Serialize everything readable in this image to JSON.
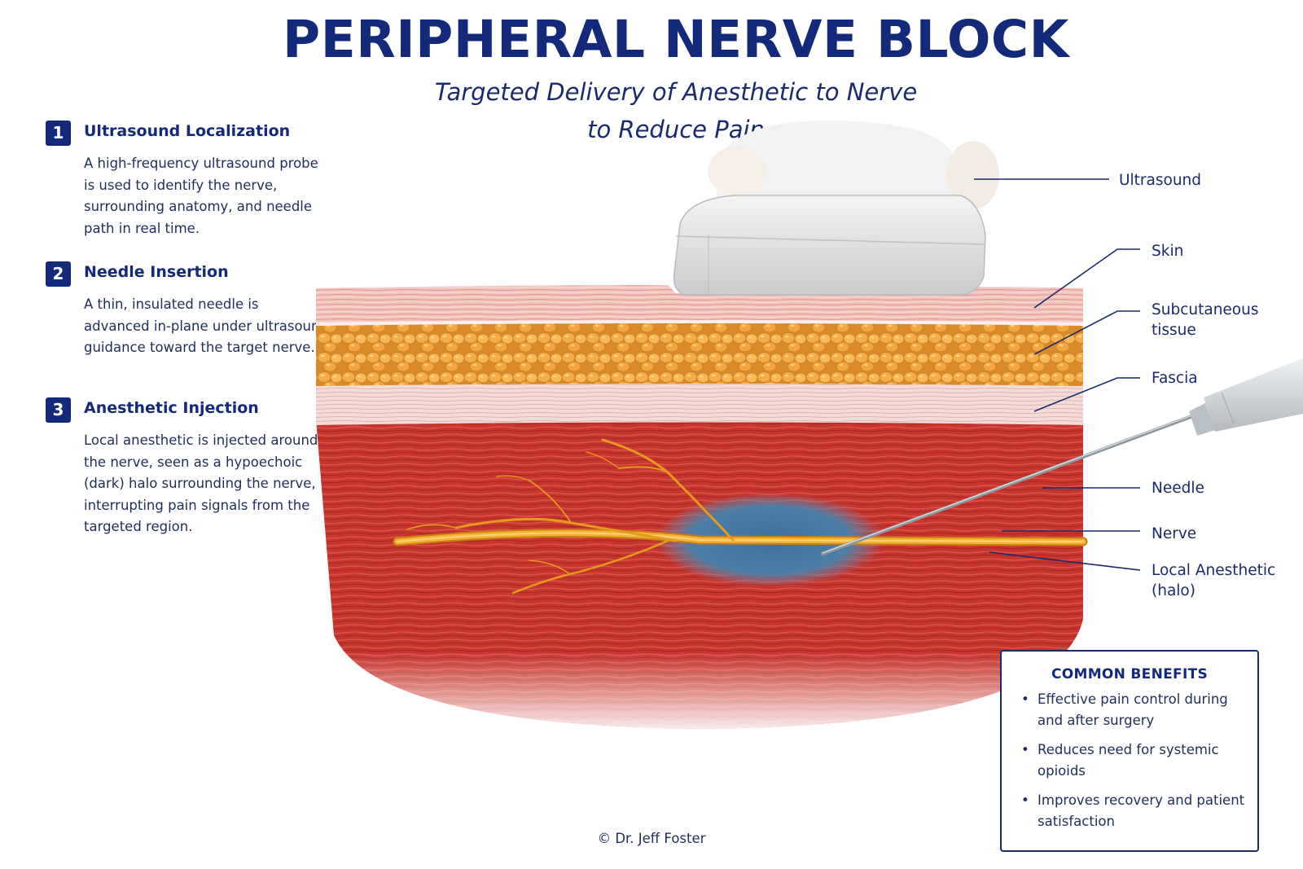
{
  "title": "PERIPHERAL NERVE BLOCK",
  "subtitle_line1": "Targeted Delivery of Anesthetic to Nerve",
  "subtitle_line2": "to Reduce Pain",
  "steps": [
    {
      "number": "1",
      "title": "Ultrasound Localization",
      "text": "A high-frequency ultrasound probe is used to identify the nerve, surrounding anatomy, and needle path in real time."
    },
    {
      "number": "2",
      "title": "Needle Insertion",
      "text": "A thin, insulated needle is advanced in-plane under ultrasound guidance toward the target nerve."
    },
    {
      "number": "3",
      "title": "Anesthetic Injection",
      "text": "Local anesthetic is injected around the nerve, seen as a hypoechoic (dark) halo surrounding the nerve, interrupting pain signals from the targeted region."
    }
  ],
  "labels": {
    "ultrasound": "Ultrasound",
    "skin": "Skin",
    "subcutaneous_1": "Subcutaneous",
    "subcutaneous_2": "tissue",
    "fascia": "Fascia",
    "needle": "Needle",
    "nerve": "Nerve",
    "anesthetic_1": "Local Anesthetic",
    "anesthetic_2": "(halo)"
  },
  "benefits": {
    "title": "COMMON BENEFITS",
    "items": [
      "Effective pain control during and after surgery",
      "Reduces need for systemic opioids",
      "Improves recovery and patient satisfaction"
    ]
  },
  "credit": "© Dr. Jeff Foster",
  "colors": {
    "title": "#13297a",
    "muscle": "#c8342e",
    "fat": "#f0a640",
    "skin": "#f2c2bc",
    "fascia": "#f3dcd8",
    "nerve": "#f0a526",
    "halo": "#4b7fa8",
    "leader_line": "#1a2a6c"
  }
}
